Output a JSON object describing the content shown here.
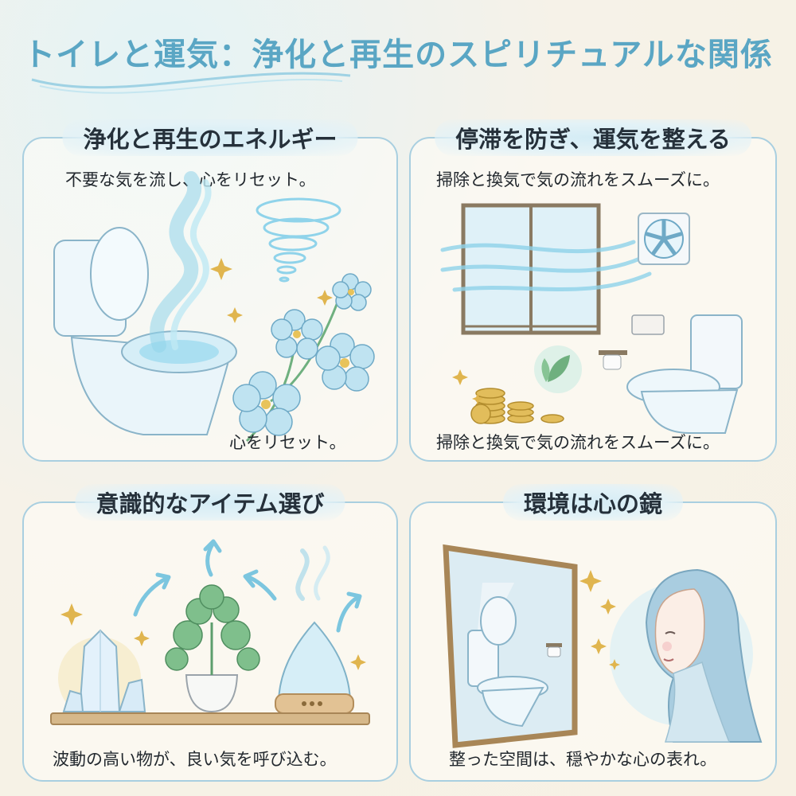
{
  "title": "トイレと運気：浄化と再生のスピリチュアルな関係",
  "panels": [
    {
      "title": "浄化と再生のエネルギー",
      "subtitle": "不要な気を流し、心をリセット。",
      "caption": "心をリセット。",
      "icons": [
        "toilet-icon",
        "energy-swirl-icon",
        "tornado-icon",
        "flowers-icon",
        "sparkle-icon"
      ]
    },
    {
      "title": "停滞を防ぎ、運気を整える",
      "subtitle": "掃除と換気で気の流れをスムーズに。",
      "caption": "掃除と換気で気の流れをスムーズに。",
      "icons": [
        "window-icon",
        "ventilation-fan-icon",
        "wall-panel-icon",
        "paper-holder-icon",
        "toilet-icon",
        "coins-icon",
        "leaf-icon"
      ]
    },
    {
      "title": "意識的なアイテム選び",
      "caption": "波動の高い物が、良い気を呼び込む。",
      "icons": [
        "crystal-icon",
        "potted-plant-icon",
        "aroma-diffuser-icon",
        "arrow-up-icon",
        "sparkle-icon"
      ]
    },
    {
      "title": "環境は心の鏡",
      "caption": "整った空間は、穏やかな心の表れ。",
      "icons": [
        "mirror-icon",
        "toilet-icon",
        "woman-icon",
        "sparkle-icon"
      ]
    }
  ],
  "colors": {
    "accent": "#5aa6c4",
    "panel_border": "#a9cfe0",
    "background": "#f6f2e8",
    "water": "#8fd3ea",
    "gold": "#d8b04a",
    "leaf": "#6fb07f"
  }
}
